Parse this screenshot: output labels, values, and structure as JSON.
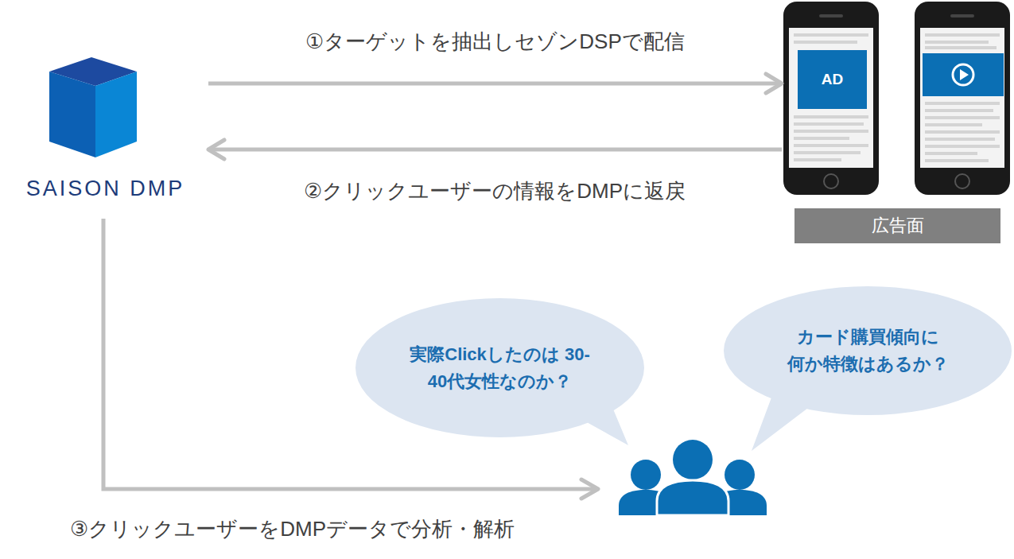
{
  "diagram": {
    "nodes": [
      {
        "text": [
          "SAISON DMP"
        ]
      },
      {
        "text": [
          "広告面"
        ]
      },
      {
        "text": [
          "AD"
        ],
        "in": 1
      },
      {
        "text": [
          "実際Clickしたのは 30-40代女性なのか？"
        ]
      },
      {
        "text": [
          "カード購買傾向に 何か特徴はあるか？"
        ]
      }
    ],
    "edges": [
      {
        "from": 0,
        "to": 1,
        "label": "①ターゲットを抽出しセゾンDSPで配信",
        "arrow": "to"
      },
      {
        "from": 1,
        "to": 0,
        "label": "②クリックユーザーの情報をDMPに返戻",
        "arrow": "to"
      }
    ],
    "labels": [
      "③クリックユーザーをDMPデータで分析・解析"
    ]
  }
}
